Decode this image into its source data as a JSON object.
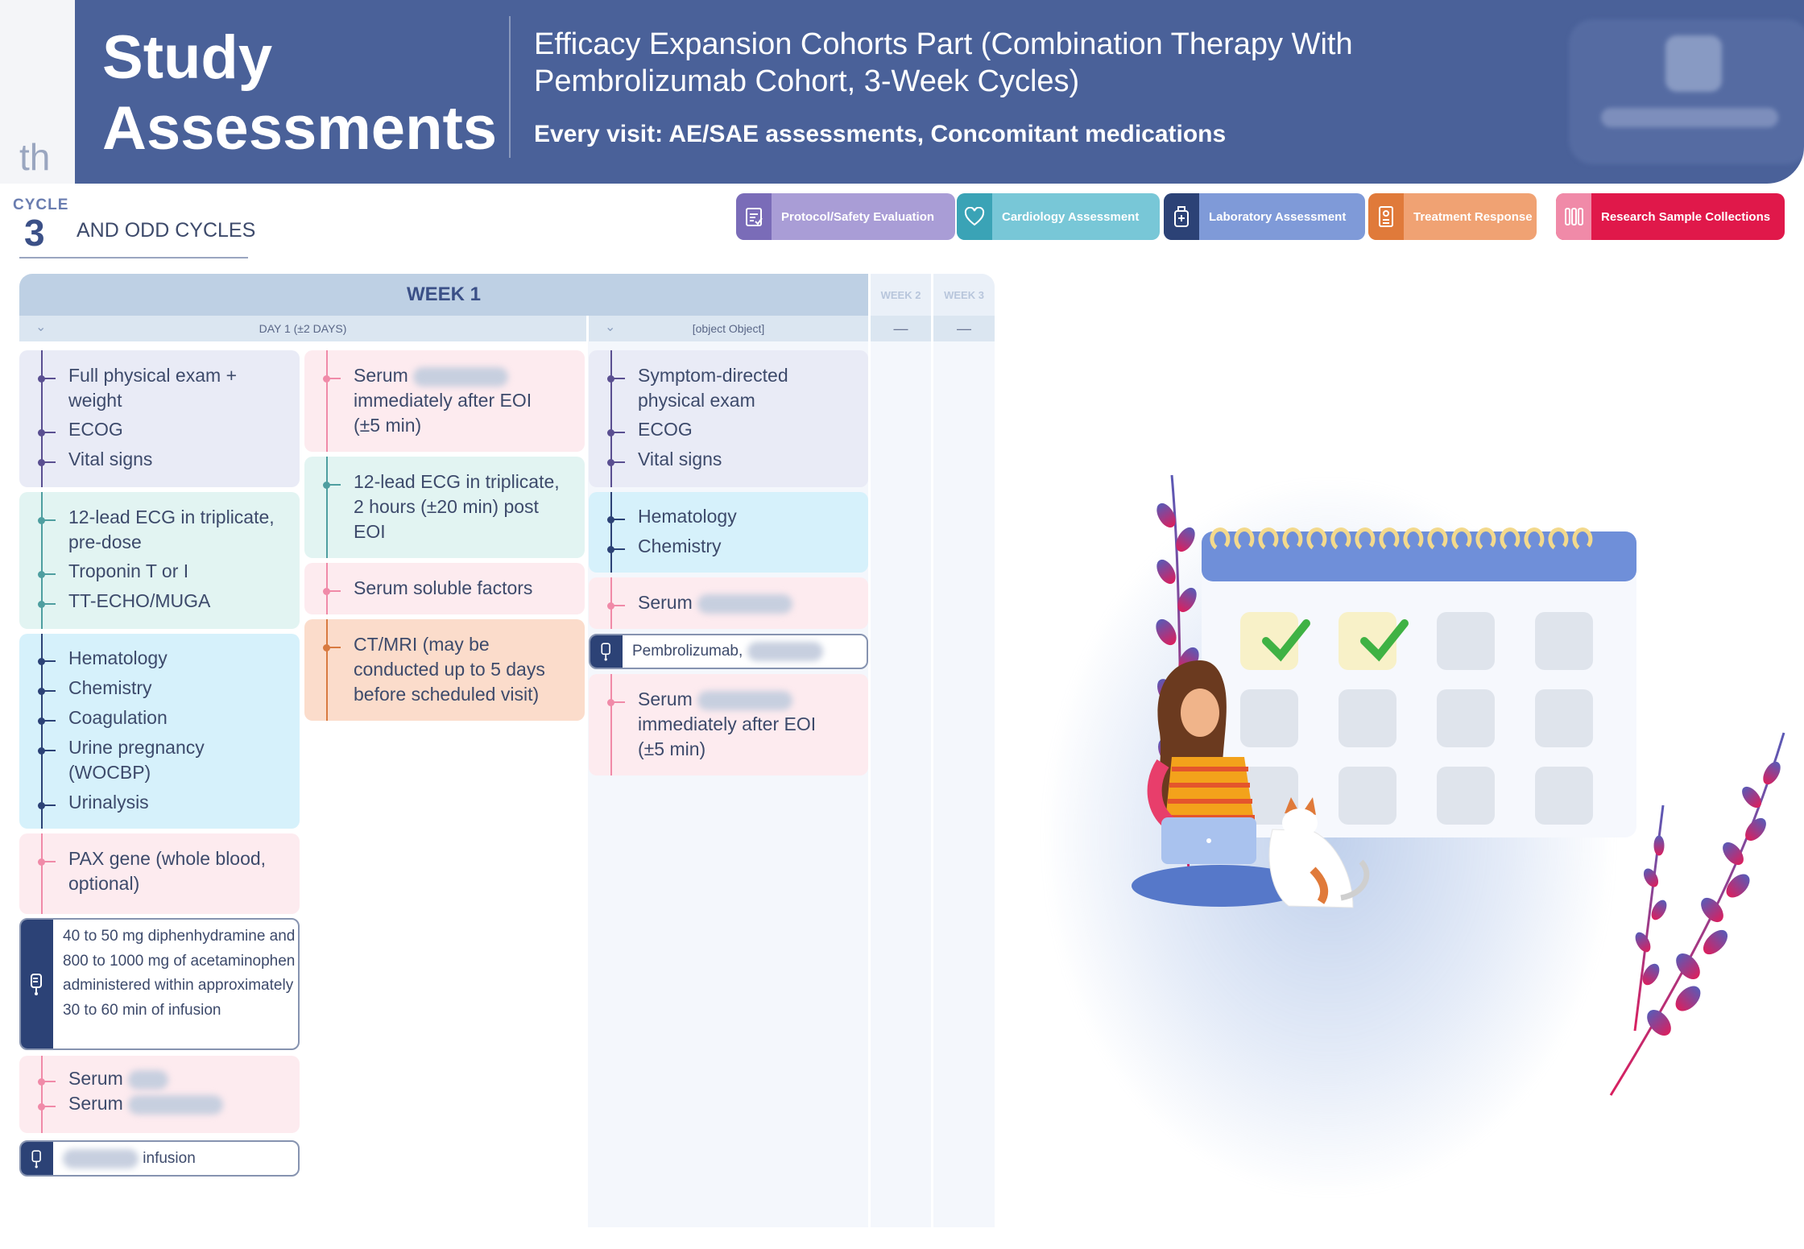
{
  "header": {
    "title": "Study Assessments",
    "subtitle": "Efficacy Expansion Cohorts Part (Combination Therapy With Pembrolizumab Cohort, 3-Week Cycles)",
    "every_visit": "Every visit: AE/SAE assessments, Concomitant medications",
    "side_tab_text": "th"
  },
  "cycle": {
    "label": "CYCLE",
    "number": "3",
    "suffix": "AND ODD CYCLES"
  },
  "legend": [
    {
      "label": "Protocol/Safety Evaluation",
      "color": "#a99dd6",
      "icon_bg": "#7a6cb8",
      "icon": "clipboard-icon"
    },
    {
      "label": "Cardiology Assessment",
      "color": "#78c7d7",
      "icon_bg": "#3aa3b6",
      "icon": "heart-icon"
    },
    {
      "label": "Laboratory Assessment",
      "color": "#7f9ad8",
      "icon_bg": "#2c4276",
      "icon": "lab-bottle-icon"
    },
    {
      "label": "Treatment Response",
      "color": "#f0a273",
      "icon_bg": "#e07a3a",
      "icon": "scan-icon"
    },
    {
      "label": "Research Sample Collections",
      "color": "#e0184a",
      "icon_bg": "#f08aa8",
      "icon": "test-tubes-icon"
    }
  ],
  "colors": {
    "protocol": "#e9ebf6",
    "protocol_line": "#5a4f91",
    "cardio": "#e2f4f2",
    "cardio_line": "#4e9ea0",
    "lab": "#d6f1fb",
    "lab_line": "#2c4276",
    "treatment": "#fbdccb",
    "treatment_line": "#d87a40",
    "research": "#fdebef",
    "research_line": "#f08aa8"
  },
  "schedule": {
    "week1": "WEEK 1",
    "week2": "WEEK 2",
    "week3": "WEEK 3",
    "day1": "DAY 1 (±2 DAYS)",
    "day3": {
      "protocol": [
        "Symptom-directed physical exam",
        "ECOG",
        "Vital signs"
      ],
      "lab": [
        "Hematology",
        "Chemistry"
      ],
      "serum": "Serum",
      "pembro": "Pembrolizumab,",
      "serum_eoi": [
        "Serum",
        "immediately after EOI",
        "(±5 min)"
      ]
    },
    "dash": "—",
    "day1_left": {
      "protocol": [
        "Full physical exam + weight",
        "ECOG",
        "Vital signs"
      ],
      "cardio": [
        "12-lead ECG in triplicate, pre-dose",
        "Troponin T or I",
        "TT-ECHO/MUGA"
      ],
      "lab": [
        "Hematology",
        "Chemistry",
        "Coagulation",
        "Urine pregnancy (WOCBP)",
        "Urinalysis"
      ],
      "research": [
        "PAX gene (whole blood, optional)"
      ],
      "premed": "40 to 50 mg diphenhydramine and 800 to 1000 mg of acetaminophen administered within approximately 30 to 60 min of infusion",
      "serum": [
        "Serum",
        "Serum"
      ],
      "infusion": "infusion"
    },
    "day1_right": {
      "serum_eoi": [
        "Serum",
        "immediately after EOI",
        "(±5 min)"
      ],
      "ecg_post": "12-lead ECG in triplicate, 2 hours (±20 min) post EOI",
      "soluble": "Serum soluble factors",
      "ctmri": "CT/MRI (may be conducted up to 5 days before scheduled visit)"
    }
  }
}
